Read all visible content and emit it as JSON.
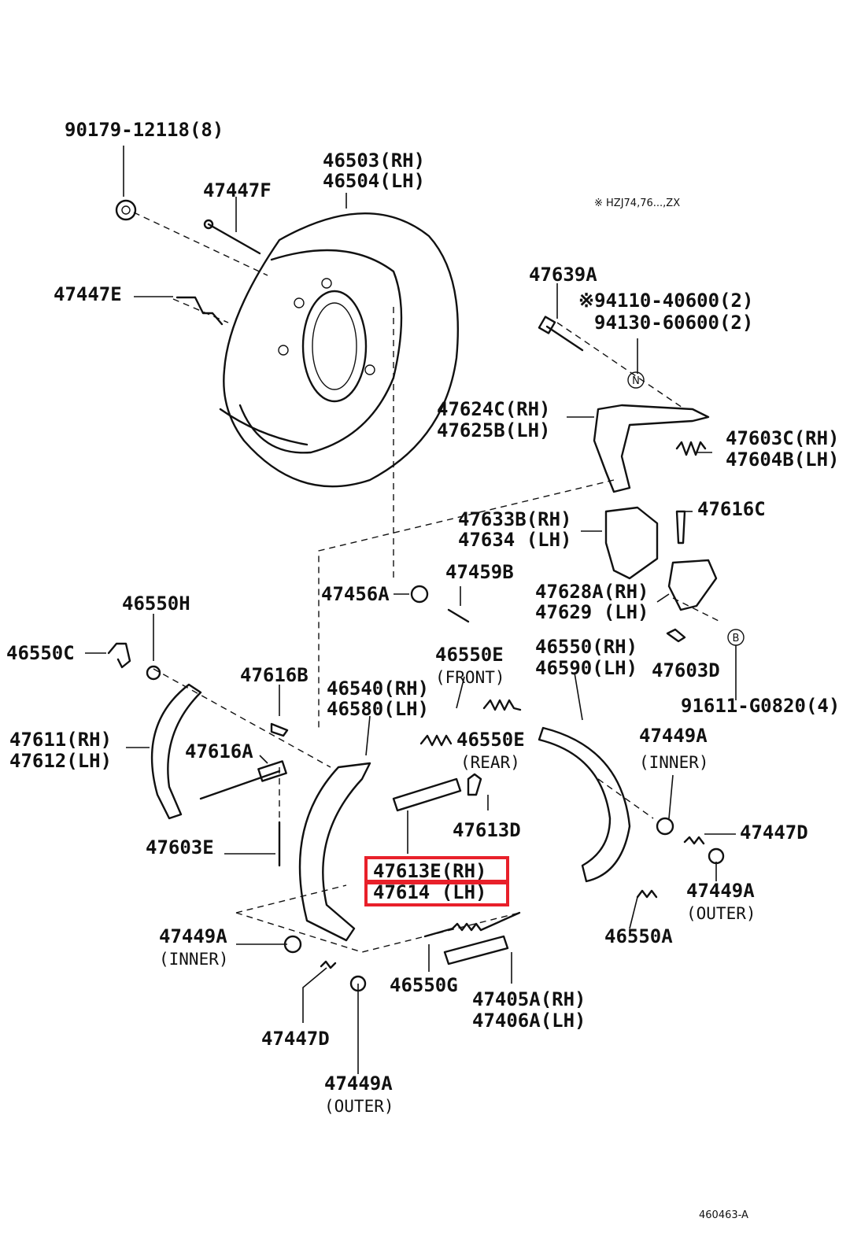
{
  "diagram": {
    "note": "※ HZJ74,76...,ZX",
    "figure_code": "460463-A",
    "highlight_color": "#e8202a",
    "labels": {
      "p90179": "90179-12118(8)",
      "p46503": "46503(RH)",
      "p46504": "46504(LH)",
      "p47447F": "47447F",
      "p47447E": "47447E",
      "p47639A": "47639A",
      "p94110": "※94110-40600(2)",
      "p94130": "94130-60600(2)",
      "p47624C": "47624C(RH)",
      "p47625B": "47625B(LH)",
      "p47603C": "47603C(RH)",
      "p47604B": "47604B(LH)",
      "p47633B": "47633B(RH)",
      "p47634": "47634 (LH)",
      "p47616C": "47616C",
      "p47456A": "47456A",
      "p47459B": "47459B",
      "p47628A": "47628A(RH)",
      "p47629": "47629 (LH)",
      "p46550H": "46550H",
      "p46550C": "46550C",
      "p47616B": "47616B",
      "p46540": "46540(RH)",
      "p46580": "46580(LH)",
      "p46550E_1": "46550E",
      "p46550E_front": "(FRONT)",
      "p46550": "46550(RH)",
      "p46590": "46590(LH)",
      "p47603D": "47603D",
      "p91611": "91611-G0820(4)",
      "p47611": "47611(RH)",
      "p47612": "47612(LH)",
      "p47616A": "47616A",
      "p46550E_2": "46550E",
      "p46550E_rear": "(REAR)",
      "p47449A_tr": "47449A",
      "p47449A_tr_sub": "(INNER)",
      "p47613D": "47613D",
      "p47447D_r": "47447D",
      "p47603E": "47603E",
      "p47613E": "47613E(RH)",
      "p47614": "47614 (LH)",
      "p47449A_r2": "47449A",
      "p47449A_r2_sub": "(OUTER)",
      "p46550A": "46550A",
      "p47449A_l": "47449A",
      "p47449A_l_sub": "(INNER)",
      "p46550G": "46550G",
      "p47405A": "47405A(RH)",
      "p47406A": "47406A(LH)",
      "p47447D_b": "47447D",
      "p47449A_b": "47449A",
      "p47449A_b_sub": "(OUTER)",
      "mark_n": "N",
      "mark_b": "B"
    }
  }
}
